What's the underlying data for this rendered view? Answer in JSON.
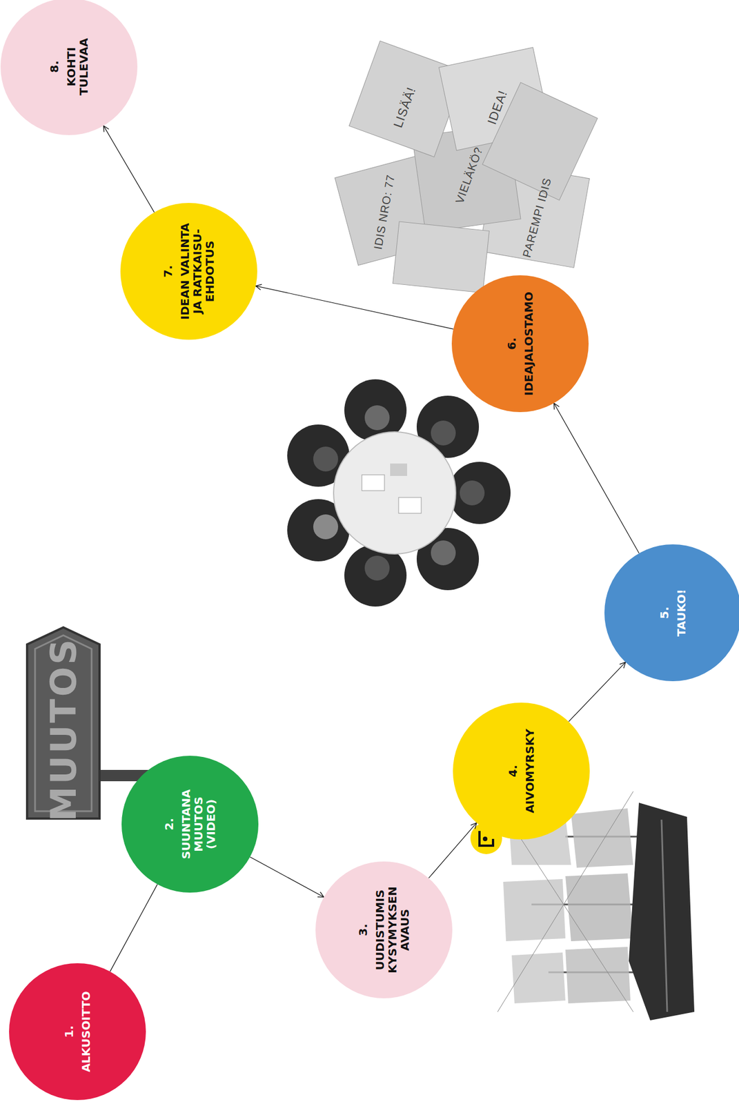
{
  "diagram": {
    "nodes": [
      {
        "text": [
          "1.",
          "ALKUSOITTO"
        ]
      },
      {
        "text": [
          "2.",
          "SUUNTANA MUUTOS (VIDEO)"
        ]
      },
      {
        "text": [
          "3.",
          "UUDISTUMIS KYSYMYKSEN AVAUS"
        ]
      },
      {
        "text": [
          "4.",
          "AIVOMYRSKY"
        ]
      },
      {
        "text": [
          "5.",
          "TAUKO!"
        ]
      },
      {
        "text": [
          "6.",
          "IDEAJALOSTAMO"
        ]
      },
      {
        "text": [
          "7.",
          "IDEAN VALINTA JA RATKAISU- EHDOTUS"
        ]
      },
      {
        "text": [
          "8.",
          "KOHTI TULEVAA"
        ]
      }
    ],
    "edges": [
      {
        "from": 0,
        "to": 1,
        "arrow": "none"
      },
      {
        "from": 1,
        "to": 2,
        "arrow": "to"
      },
      {
        "from": 2,
        "to": 3,
        "arrow": "to"
      },
      {
        "from": 3,
        "to": 4,
        "arrow": "to"
      },
      {
        "from": 4,
        "to": 5,
        "arrow": "to"
      },
      {
        "from": 5,
        "to": 6,
        "arrow": "to"
      },
      {
        "from": 6,
        "to": 7,
        "arrow": "to"
      }
    ],
    "labels": [
      "MUUTOS",
      "LISÄÄ!",
      "IDEA!",
      "IDIS NRO: 77",
      "PAREMPI IDIS",
      "VIELÄKÖ?"
    ]
  }
}
